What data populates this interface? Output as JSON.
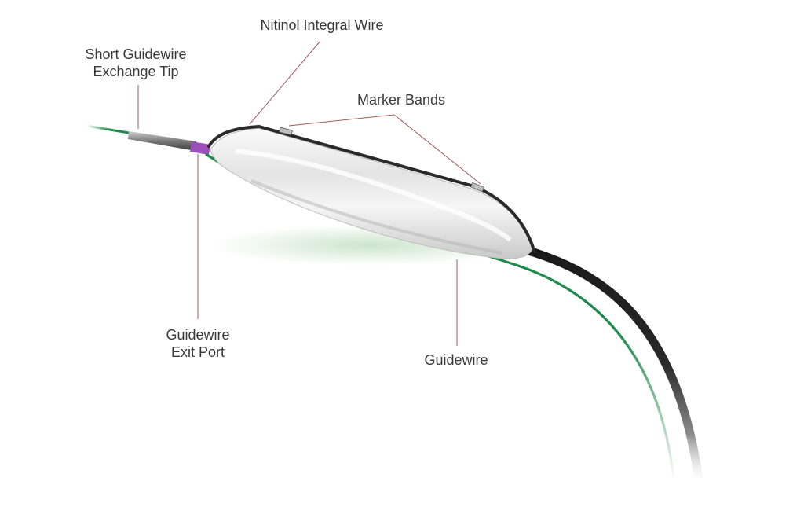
{
  "labels": {
    "short_guidewire_exchange_tip": [
      "Short Guidewire",
      "Exchange Tip"
    ],
    "nitinol_integral_wire": "Nitinol Integral Wire",
    "marker_bands": "Marker Bands",
    "guidewire_exit_port": [
      "Guidewire",
      "Exit Port"
    ],
    "guidewire": "Guidewire"
  },
  "colors": {
    "guidewire": "#1f8a4c",
    "catheter_shaft": "#1e1e1e",
    "exit_port": "#9b4fb8",
    "balloon_outline": "#2a2a2a",
    "leader_line": "#a35a5a",
    "label_text": "#3a3a3a"
  }
}
